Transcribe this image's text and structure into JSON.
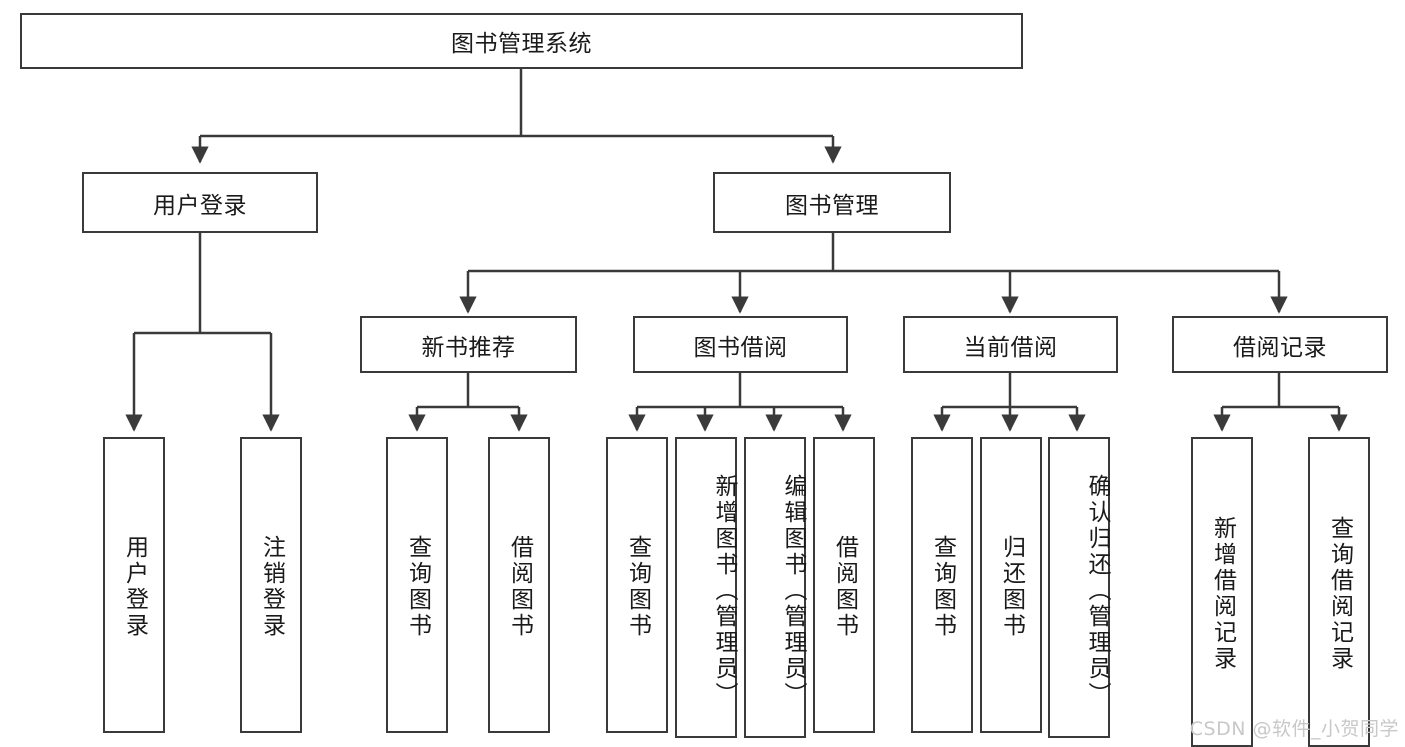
{
  "diagram": {
    "type": "hierarchy-tree",
    "title": "图书管理系统",
    "root": {
      "label": "图书管理系统"
    },
    "level2": [
      {
        "label": "用户登录"
      },
      {
        "label": "图书管理"
      }
    ],
    "level3": [
      {
        "label": "新书推荐"
      },
      {
        "label": "图书借阅"
      },
      {
        "label": "当前借阅"
      },
      {
        "label": "借阅记录"
      }
    ],
    "leaves": {
      "user_login": [
        {
          "label": "用户登录"
        },
        {
          "label": "注销登录"
        }
      ],
      "new_book_recommend": [
        {
          "label": "查询图书"
        },
        {
          "label": "借阅图书"
        }
      ],
      "book_borrow": [
        {
          "label": "查询图书"
        },
        {
          "label": "新增图书（管理员）"
        },
        {
          "label": "编辑图书（管理员）"
        },
        {
          "label": "借阅图书"
        }
      ],
      "current_borrow": [
        {
          "label": "查询图书"
        },
        {
          "label": "归还图书"
        },
        {
          "label": "确认归还（管理员）"
        }
      ],
      "borrow_record": [
        {
          "label": "新增借阅记录"
        },
        {
          "label": "查询借阅记录"
        }
      ]
    }
  },
  "watermark": {
    "text": "CSDN @软件_小贺同学"
  },
  "colors": {
    "border": "#3a3a3a",
    "background": "#ffffff",
    "text": "#1a1a1a",
    "watermark": "#c8c8c8"
  }
}
